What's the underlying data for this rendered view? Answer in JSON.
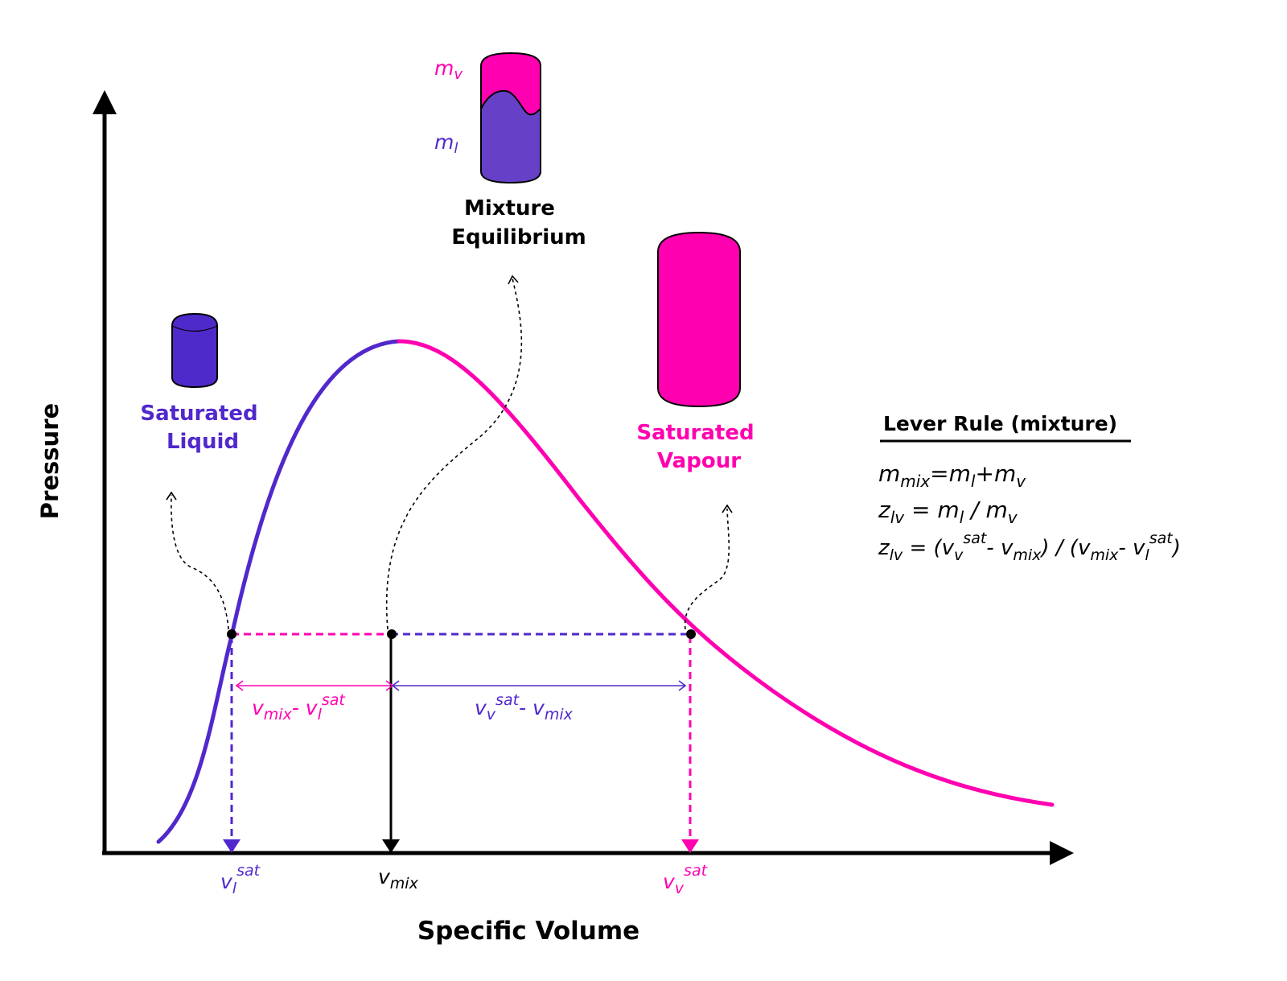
{
  "axes": {
    "y_label": "Pressure",
    "x_label": "Specific Volume"
  },
  "states": {
    "liquid": {
      "line1": "Saturated",
      "line2": "Liquid"
    },
    "mixture": {
      "line1": "Mixture",
      "line2": "Equilibrium"
    },
    "vapour": {
      "line1": "Saturated",
      "line2": "Vapour"
    }
  },
  "mixture_tank": {
    "mv_base": "m",
    "mv_sub": "v",
    "ml_base": "m",
    "ml_sub": "l"
  },
  "ticks": {
    "vl": {
      "base": "v",
      "sub": "l",
      "sup": "sat"
    },
    "vmix": {
      "base": "v",
      "sub": "mix"
    },
    "vv": {
      "base": "v",
      "sub": "v",
      "sup": "sat"
    }
  },
  "spans": {
    "left": {
      "a": "v",
      "a_sub": "mix",
      "minus": "- ",
      "b": "v",
      "b_sub": "l",
      "b_sup": "sat"
    },
    "right": {
      "a": "v",
      "a_sub": "v",
      "a_sup": "sat",
      "minus": "- ",
      "b": "v",
      "b_sub": "mix"
    }
  },
  "lever_rule": {
    "title": "Lever Rule (mixture)",
    "eq1": {
      "m1": "m",
      "s1": "mix",
      "op1": "=",
      "m2": "m",
      "s2": "l",
      "op2": "+",
      "m3": "m",
      "s3": "v"
    },
    "eq2": {
      "z": "z",
      "zs": "lv",
      "eq": " = ",
      "m1": "m",
      "s1": "l",
      "div": " / ",
      "m2": "m",
      "s2": "v"
    },
    "eq3": {
      "z": "z",
      "zs": "lv",
      "eq": " = (",
      "v1": "v",
      "v1sub": "v",
      "v1sup": "sat",
      "minus1": "- ",
      "v2": "v",
      "v2sub": "mix",
      "mid": ") / (",
      "v3": "v",
      "v3sub": "mix",
      "minus2": "- ",
      "v4": "v",
      "v4sub": "l",
      "v4sup": "sat",
      "close": ")"
    }
  },
  "colors": {
    "liquid": "#5128cc",
    "vapour": "#ff00b0",
    "axis": "#000000",
    "liquid_fill": "#4f2acb",
    "mixture_liquid_fill": "#6641c8"
  }
}
